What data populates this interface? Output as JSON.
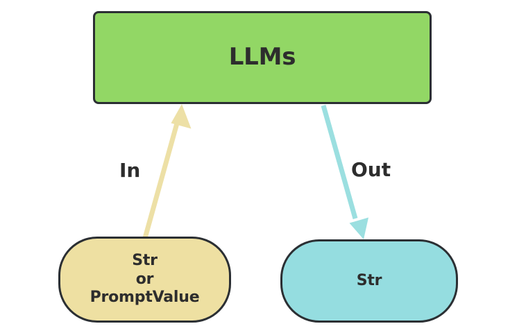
{
  "diagram": {
    "type": "flowchart",
    "background_color": "#FFFFFF",
    "nodes": [
      {
        "id": "llms",
        "label": "LLMs",
        "shape": "rectangle",
        "fill_color": "#92D765",
        "border_color": "#2B2F33",
        "text_color": "#2D2D2D"
      },
      {
        "id": "input",
        "label": "Str\nor\nPromptValue",
        "shape": "stadium",
        "fill_color": "#EEE0A2",
        "border_color": "#2B2F33",
        "text_color": "#2D2D2D"
      },
      {
        "id": "output",
        "label": "Str",
        "shape": "stadium",
        "fill_color": "#95DDE0",
        "border_color": "#2B2F33",
        "text_color": "#2D2D2D"
      }
    ],
    "edges": [
      {
        "id": "in",
        "label": "In",
        "from": "input",
        "to": "llms",
        "color": "#EDE0A6",
        "direction": "up-right"
      },
      {
        "id": "out",
        "label": "Out",
        "from": "llms",
        "to": "output",
        "color": "#9BDFE0",
        "direction": "down-right"
      }
    ]
  }
}
